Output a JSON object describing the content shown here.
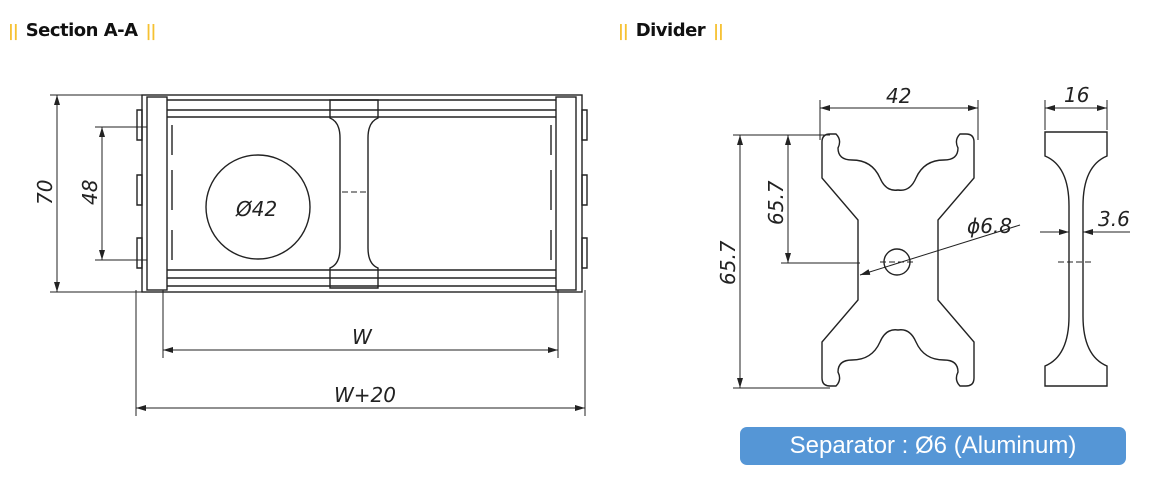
{
  "section_a": {
    "title": "Section A-A",
    "dims": {
      "height": "70",
      "inner_height": "48",
      "circle": "Ø42",
      "width": "W",
      "outer_width": "W+20"
    }
  },
  "divider": {
    "title": "Divider",
    "dims": {
      "width": "42",
      "height_total": "65.7",
      "height_half": "65.7",
      "hole": "ϕ6.8",
      "thickness": "16",
      "web": "3.6"
    }
  },
  "badge": {
    "label": "Separator : Ø6 (Aluminum)",
    "color": "#5596d6"
  },
  "accent_color": "#f6c131"
}
